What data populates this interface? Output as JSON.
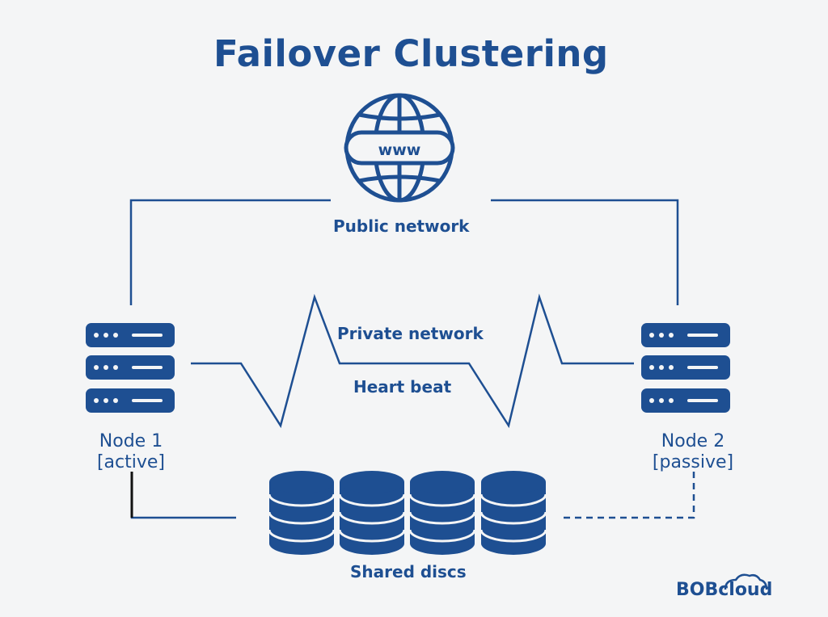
{
  "title": "Failover Clustering",
  "labels": {
    "public_network": "Public network",
    "private_network": "Private network",
    "heart_beat": "Heart beat",
    "shared_discs": "Shared discs"
  },
  "globe": {
    "text": "www"
  },
  "nodes": [
    {
      "name": "Node 1",
      "state": "[active]"
    },
    {
      "name": "Node 2",
      "state": "[passive]"
    }
  ],
  "logo": {
    "text": "BOBcloud"
  },
  "colors": {
    "primary": "#1e4f92",
    "background": "#f4f5f6"
  },
  "icons": [
    "globe-icon",
    "server-icon",
    "database-icon",
    "cloud-icon"
  ]
}
